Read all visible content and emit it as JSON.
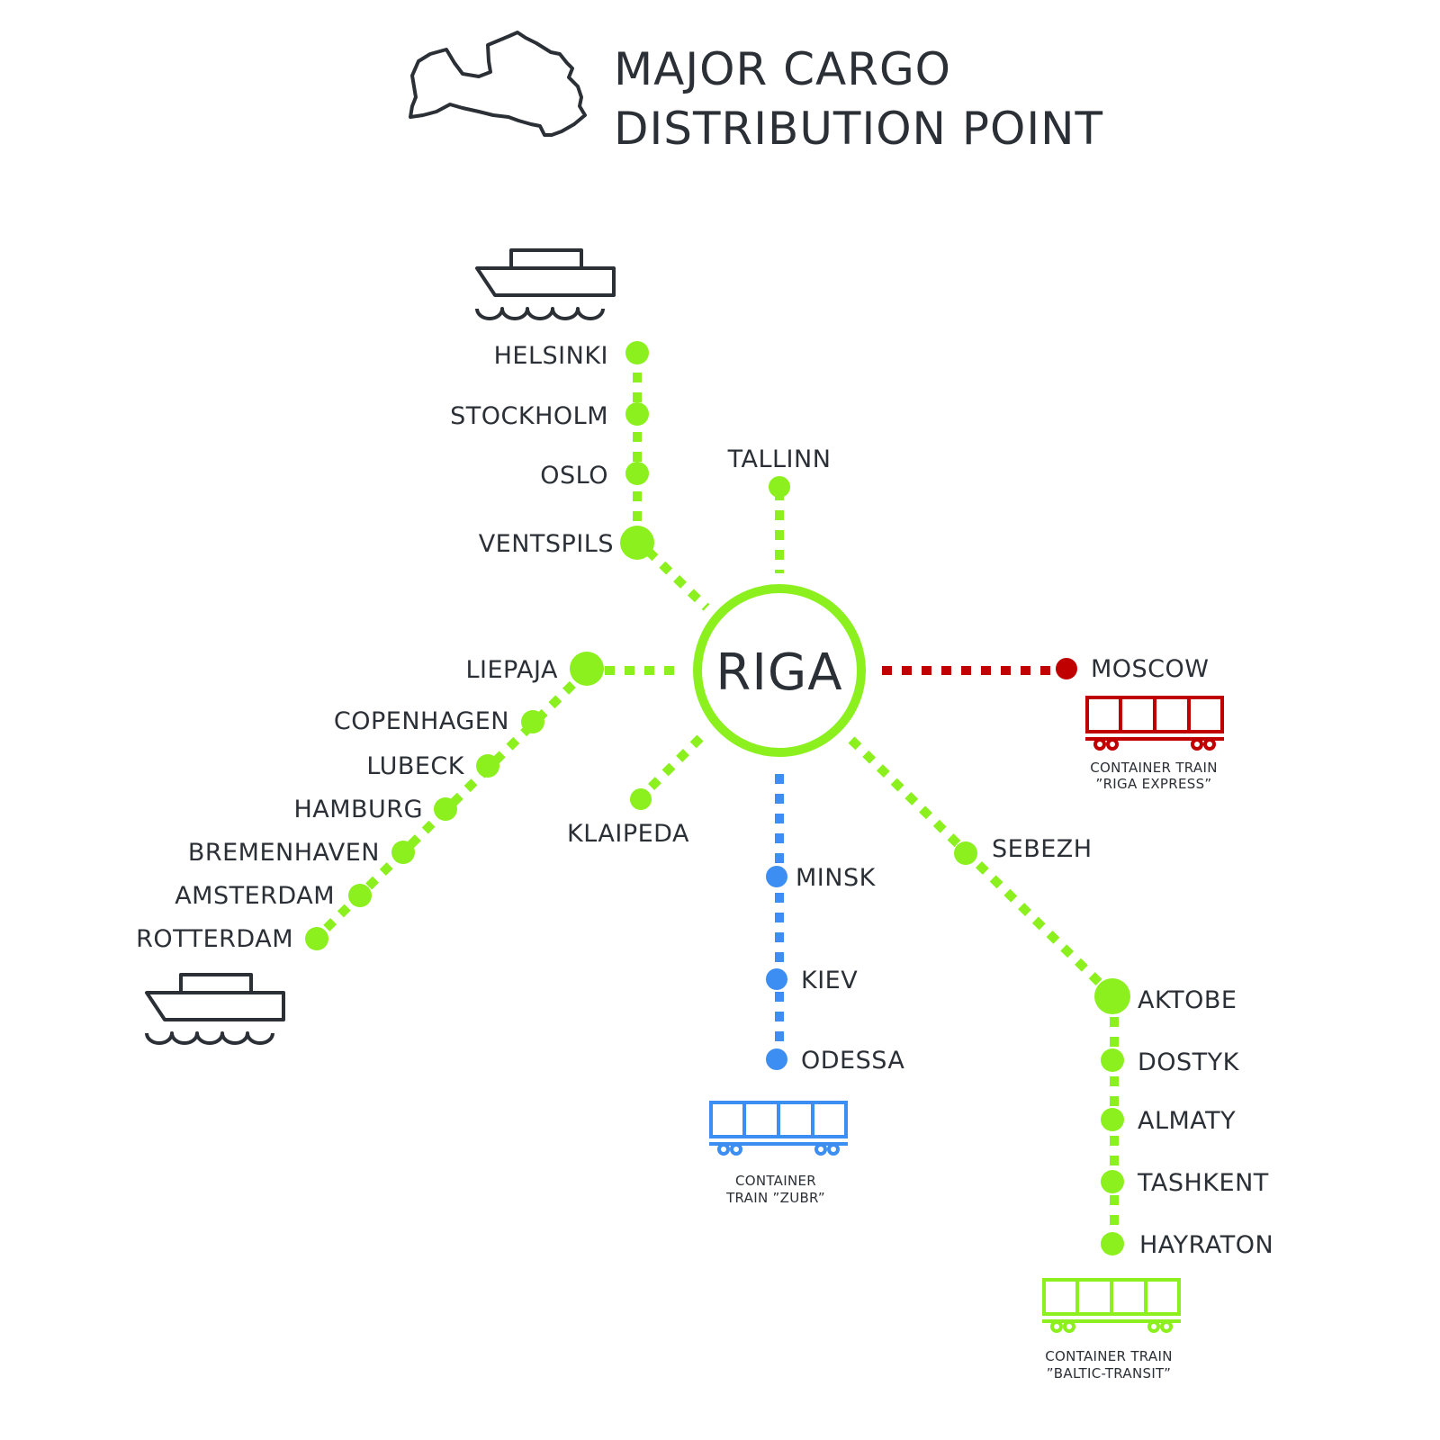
{
  "header": {
    "title_line1": "MAJOR CARGO",
    "title_line2": "DISTRIBUTION POINT",
    "map_icon": "latvia-outline-icon"
  },
  "hub": {
    "name": "RIGA"
  },
  "colors": {
    "green": "#8cf01e",
    "red": "#c00000",
    "blue": "#3d8ef2",
    "dark": "#2b2f36"
  },
  "routes": {
    "sea_north": [
      "HELSINKI",
      "STOCKHOLM",
      "OSLO",
      "VENTSPILS"
    ],
    "tallinn": "TALLINN",
    "moscow": "MOSCOW",
    "sea_west": [
      "LIEPAJA",
      "COPENHAGEN",
      "LUBECK",
      "HAMBURG",
      "BREMENHAVEN",
      "AMSTERDAM",
      "ROTTERDAM"
    ],
    "klaipeda": "KLAIPEDA",
    "south": [
      "MINSK",
      "KIEV",
      "ODESSA"
    ],
    "southeast": [
      "SEBEZH",
      "AKTOBE",
      "DOSTYK",
      "ALMATY",
      "TASHKENT",
      "HAYRATON"
    ]
  },
  "trains": {
    "riga_express": {
      "line1": "CONTAINER TRAIN",
      "line2": "”RIGA EXPRESS”",
      "icon": "train-wagon-icon"
    },
    "zubr": {
      "line1": "CONTAINER",
      "line2": "TRAIN ”ZUBR”",
      "icon": "train-wagon-icon"
    },
    "baltic_transit": {
      "line1": "CONTAINER TRAIN",
      "line2": "”BALTIC-TRANSIT”",
      "icon": "train-wagon-icon"
    }
  },
  "ships": {
    "icon": "cargo-ship-icon"
  }
}
